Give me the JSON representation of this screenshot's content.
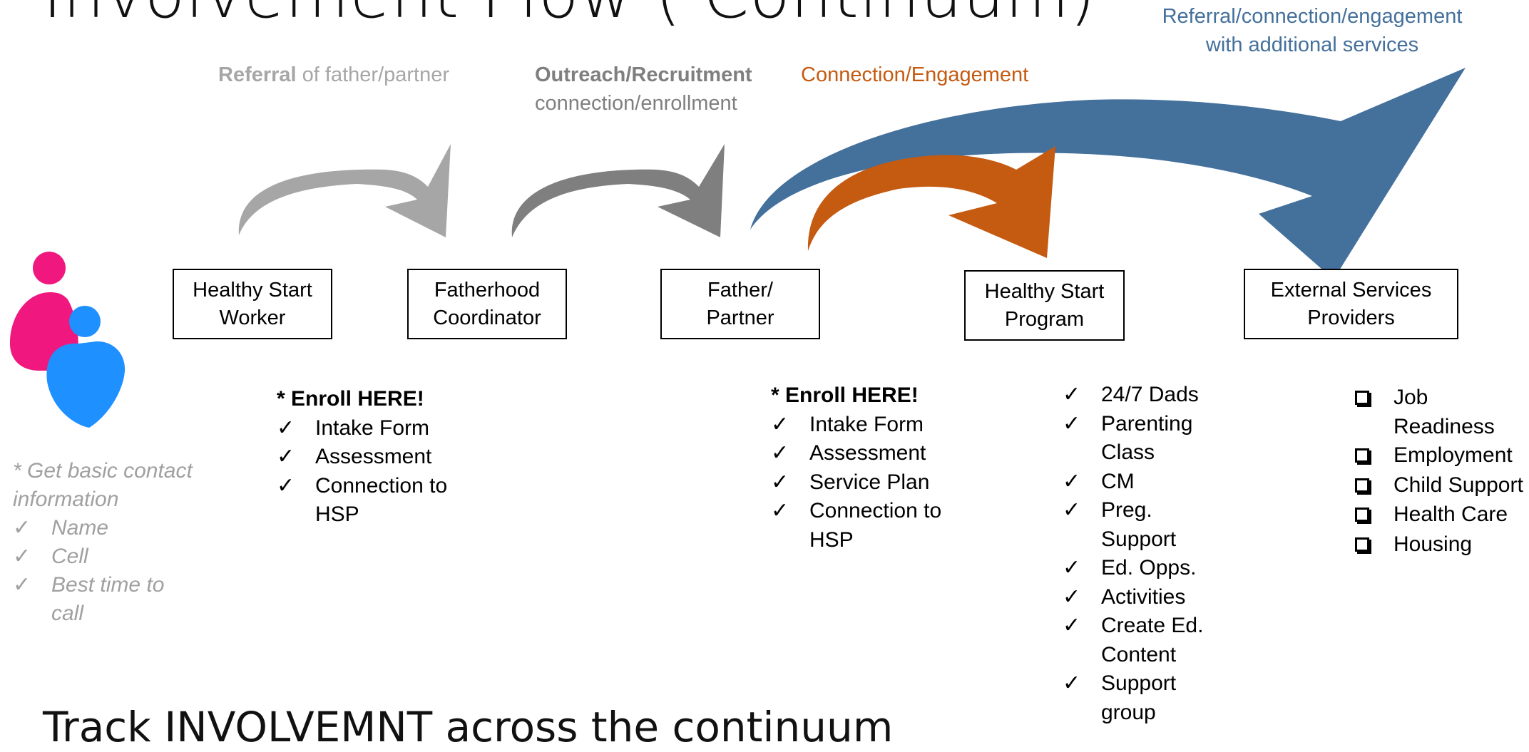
{
  "title": "Involvement Flow ( Continuum)",
  "bottom_title": "Track INVOLVEMNT across the continuum",
  "labels": {
    "referral_bold": "Referral",
    "referral_rest": " of father/partner",
    "outreach_bold": "Outreach/Recruitment",
    "outreach_line2": "connection/enrollment",
    "connection": "Connection/Engagement",
    "additional_line1": "Referral/connection/engagement",
    "additional_line2": "with additional services"
  },
  "boxes": {
    "hs_worker": [
      "Healthy Start",
      "Worker"
    ],
    "fatherhood": [
      "Fatherhood",
      "Coordinator"
    ],
    "father": [
      "Father/",
      "Partner"
    ],
    "hs_program": [
      "Healthy Start",
      "Program"
    ],
    "external": [
      "External Services",
      "Providers"
    ]
  },
  "basic_contact": {
    "header_line1": "* Get basic contact",
    "header_line2": "information",
    "items": [
      "Name",
      "Cell",
      "Best time to call"
    ]
  },
  "enroll_left": {
    "header": "* Enroll HERE!",
    "items": [
      "Intake Form",
      "Assessment",
      "Connection to HSP"
    ]
  },
  "enroll_right": {
    "header": "* Enroll HERE!",
    "items": [
      "Intake Form",
      "Assessment",
      "Service Plan",
      "Connection to HSP"
    ]
  },
  "program_list": [
    "24/7 Dads",
    "Parenting Class",
    "CM",
    "Preg. Support",
    "Ed. Opps.",
    "Activities",
    "Create Ed. Content",
    "Support group"
  ],
  "external_list": [
    "Job Readiness",
    "Employment",
    "Child Support",
    "Health Care",
    "Housing"
  ],
  "marks": {
    "check": "✓"
  },
  "colors": {
    "light_gray": "#a6a6a6",
    "dark_gray": "#7f7f7f",
    "orange": "#c55a11",
    "blue": "#44709c",
    "logo_pink": "#f0177f",
    "logo_blue": "#1e90ff"
  },
  "icons": [
    "family-logo-icon",
    "curved-arrow-icon"
  ]
}
